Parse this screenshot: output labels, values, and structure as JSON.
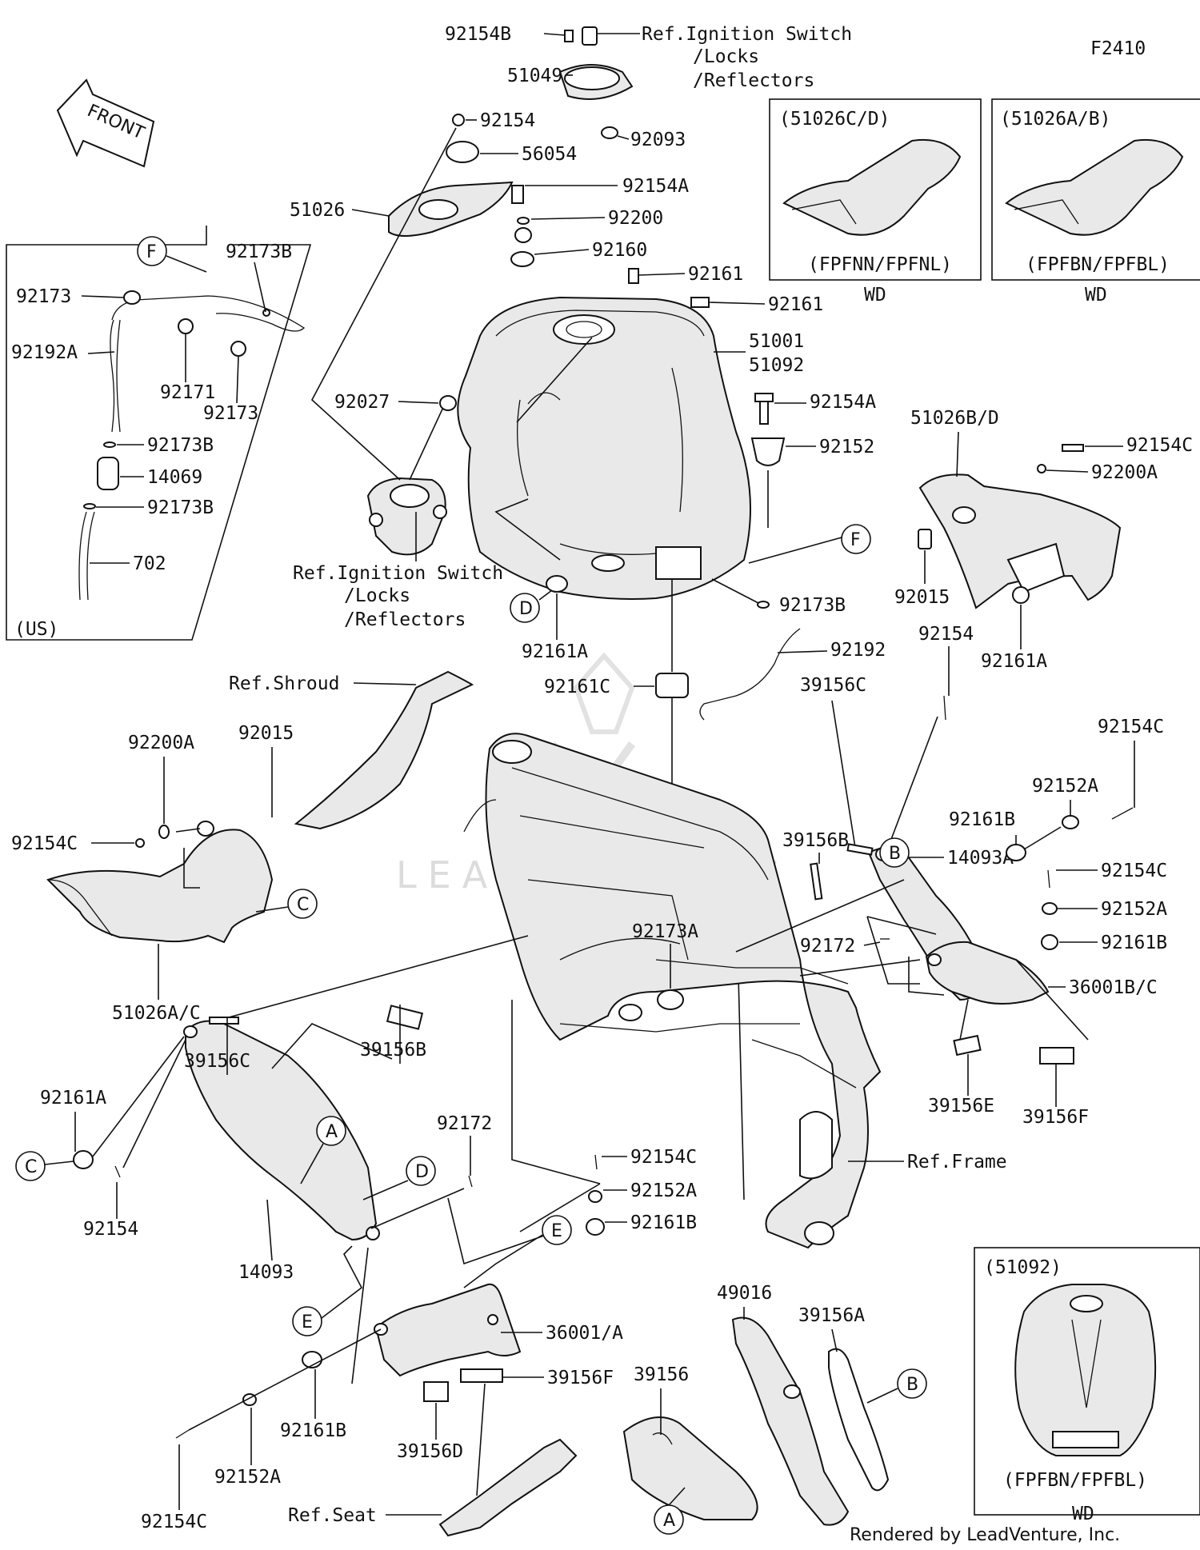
{
  "diagram_code": "F2410",
  "front_arrow": "FRONT",
  "credit": "Rendered by LeadVenture, Inc.",
  "watermark": "LEADVENTURE",
  "region_us": "(US)",
  "ref_ignition": [
    "Ref.Ignition Switch",
    "/Locks",
    "/Reflectors"
  ],
  "ref_shroud": "Ref.Shroud",
  "ref_frame": "Ref.Frame",
  "ref_seat": "Ref.Seat",
  "variants": [
    {
      "title": "(51026C/D)",
      "code": "(FPFNN/FPFNL)",
      "note": "WD"
    },
    {
      "title": "(51026A/B)",
      "code": "(FPFBN/FPFBL)",
      "note": "WD"
    },
    {
      "title": "(51092)",
      "code": "(FPFBN/FPFBL)",
      "note": "WD"
    }
  ],
  "callouts": [
    "A",
    "B",
    "C",
    "D",
    "E",
    "F"
  ],
  "parts": {
    "p92154B": "92154B",
    "p51049": "51049",
    "p92154_top": "92154",
    "p56054": "56054",
    "p92093": "92093",
    "p51026": "51026",
    "p92154A_top": "92154A",
    "p92200": "92200",
    "p92160": "92160",
    "p92161_a": "92161",
    "p92161_b": "92161",
    "p51001": "51001",
    "p51092": "51092",
    "p92027": "92027",
    "p92154A_mid": "92154A",
    "p92152": "92152",
    "p51026BD": "51026B/D",
    "p92154C_r": "92154C",
    "p92200A_r": "92200A",
    "p92015_r": "92015",
    "p92161A_r": "92161A",
    "p92173B_main": "92173B",
    "p92192": "92192",
    "p92161A_c": "92161A",
    "p92161C": "92161C",
    "p92173B_us1": "92173B",
    "p92173_us": "92173",
    "p92192A": "92192A",
    "p92171": "92171",
    "p92173_us2": "92173",
    "p92173B_us2": "92173B",
    "p14069": "14069",
    "p92173B_us3": "92173B",
    "p702": "702",
    "p92200A_l": "92200A",
    "p92015_l": "92015",
    "p92154C_l": "92154C",
    "p51026AC": "51026A/C",
    "p92154_r": "92154",
    "p39156C_r": "39156C",
    "p14093A": "14093A",
    "p92154C_r2": "92154C",
    "p92152A_r": "92152A",
    "p92161B_r": "92161B",
    "p39156B_r": "39156B",
    "p92154C_r3": "92154C",
    "p92152A_r2": "92152A",
    "p92172_r": "92172",
    "p92161B_r2": "92161B",
    "p36001BC": "36001B/C",
    "p92173A": "92173A",
    "p39156E": "39156E",
    "p39156F_r": "39156F",
    "p39156C_l": "39156C",
    "p39156B_l": "39156B",
    "p92161A_l": "92161A",
    "p92172_l": "92172",
    "p92154_l": "92154",
    "p14093": "14093",
    "p92154C_c": "92154C",
    "p92152A_c": "92152A",
    "p92161B_c": "92161B",
    "p49016": "49016",
    "p39156A": "39156A",
    "p36001A": "36001/A",
    "p39156F_c": "39156F",
    "p39156": "39156",
    "p92161B_l": "92161B",
    "p39156D": "39156D",
    "p92152A_l": "92152A",
    "p92154C_b": "92154C"
  }
}
